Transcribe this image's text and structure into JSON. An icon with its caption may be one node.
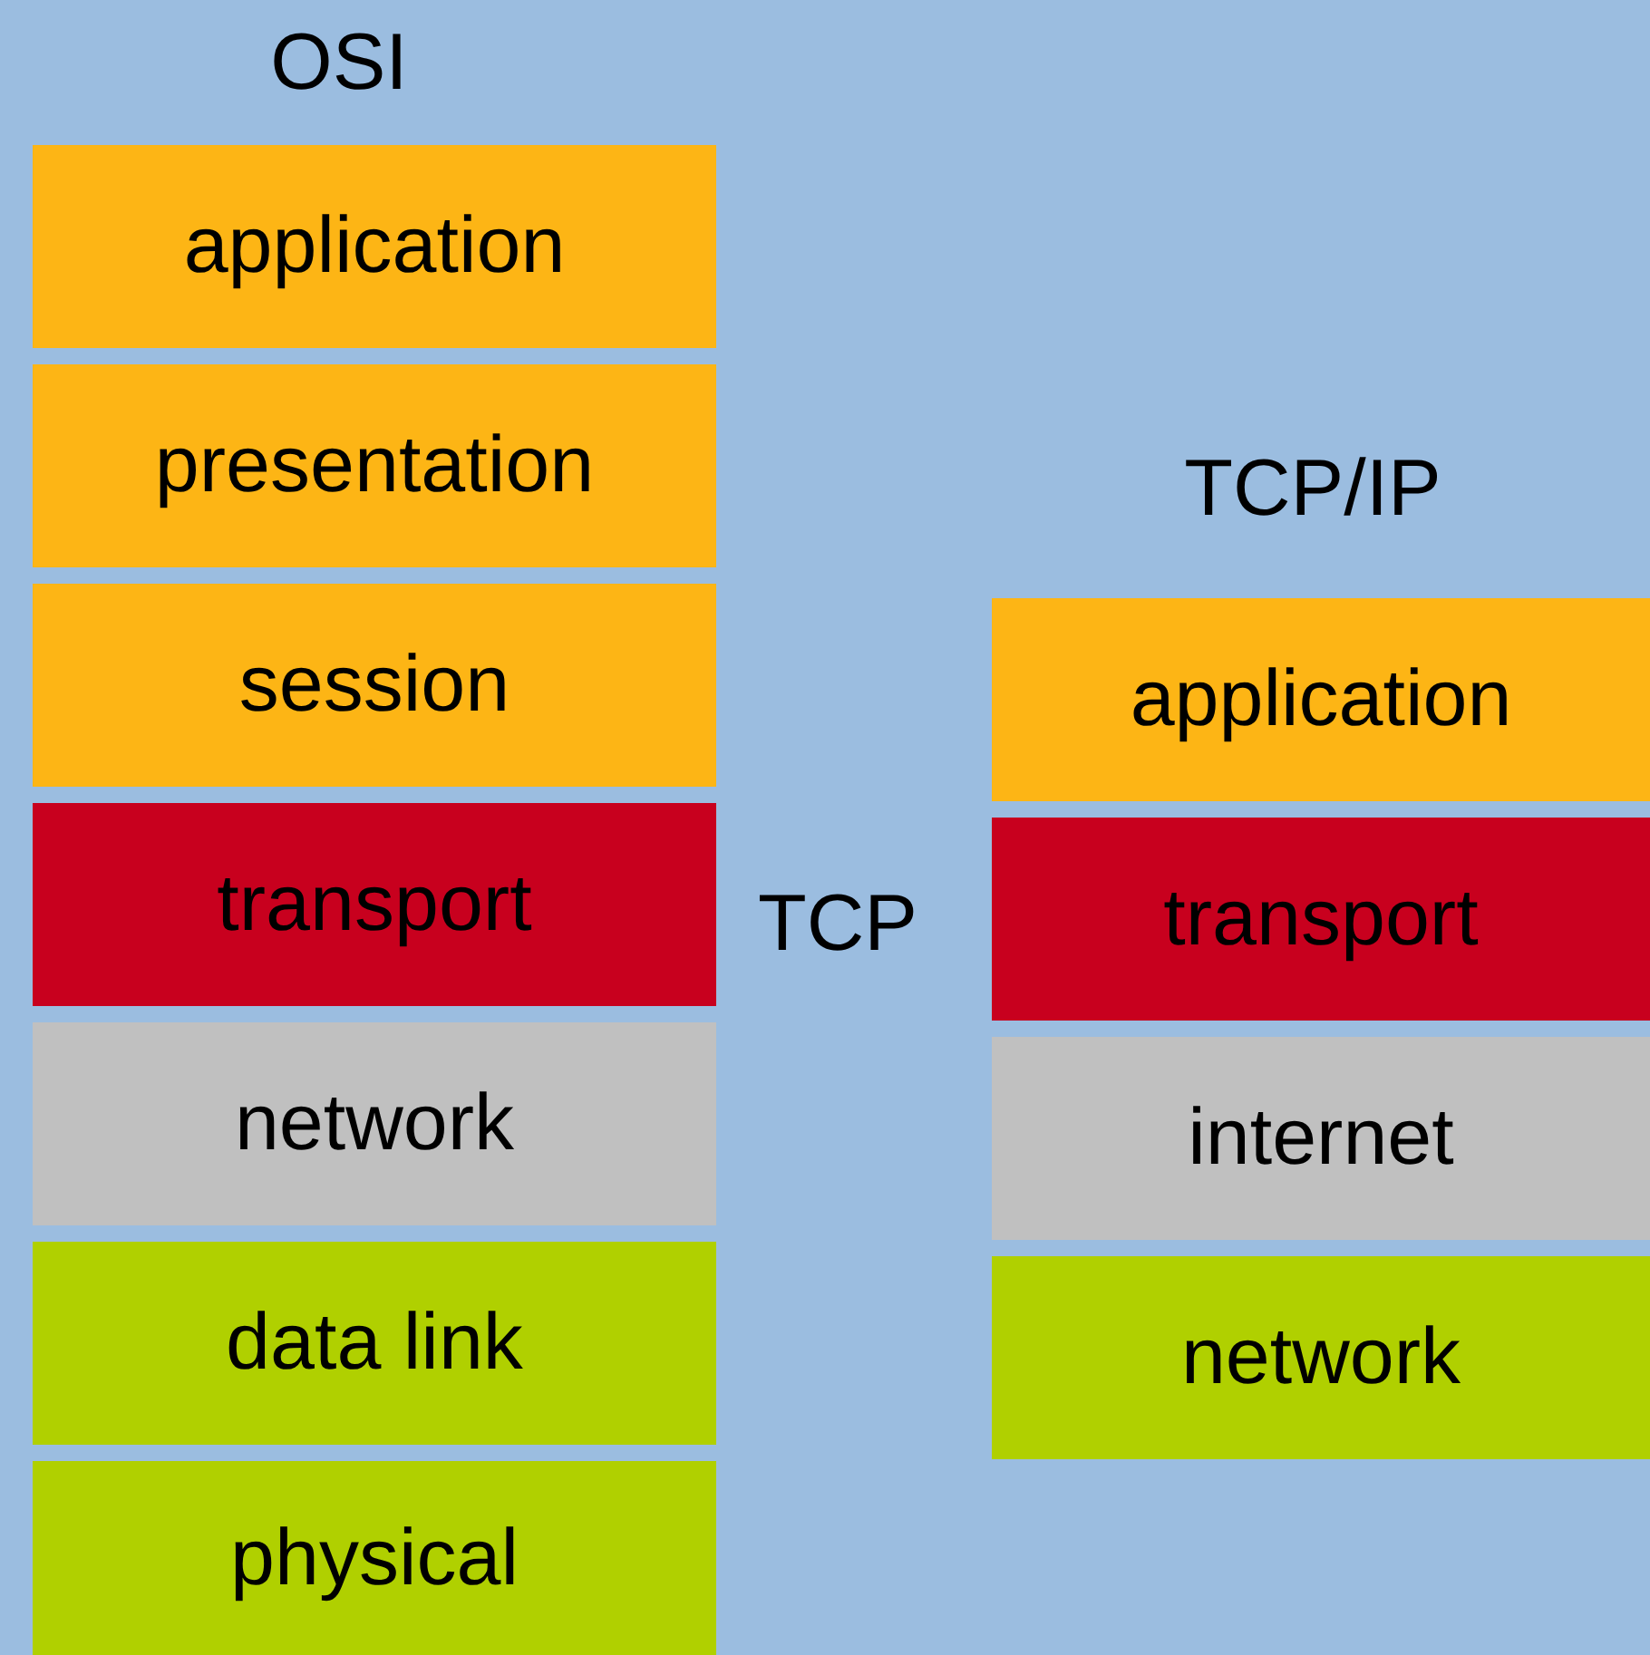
{
  "diagram": {
    "nodes": [
      {
        "text": [
          "application"
        ]
      },
      {
        "text": [
          "presentation"
        ]
      },
      {
        "text": [
          "session"
        ]
      },
      {
        "text": [
          "transport"
        ]
      },
      {
        "text": [
          "network"
        ]
      },
      {
        "text": [
          "data link"
        ]
      },
      {
        "text": [
          "physical"
        ]
      },
      {
        "text": [
          "application"
        ]
      },
      {
        "text": [
          "transport"
        ]
      },
      {
        "text": [
          "internet"
        ]
      },
      {
        "text": [
          "network"
        ]
      }
    ],
    "labels": [
      "OSI",
      "TCP/IP",
      "TCP"
    ]
  }
}
